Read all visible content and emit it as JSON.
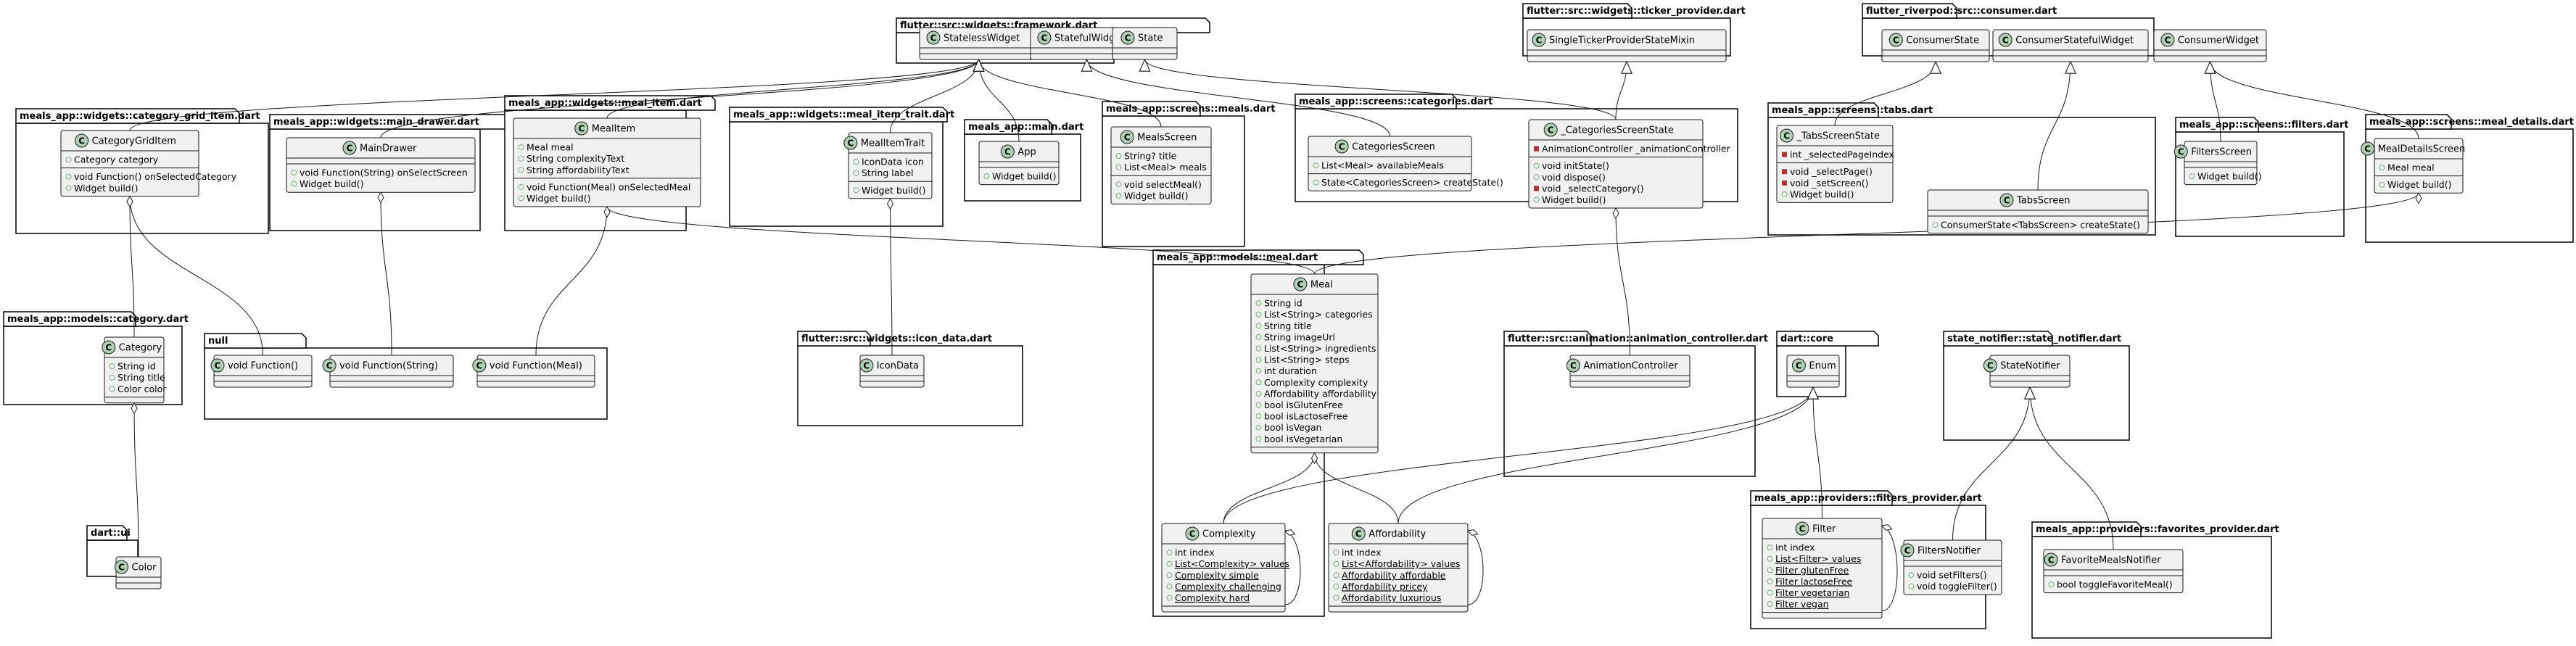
{
  "colors": {
    "class_fill": "#F1F1F1",
    "class_stroke": "#181818",
    "class_icon": "#ADD1B2",
    "package_stroke": "#000000",
    "edge": "#181818",
    "private": "#C82930",
    "public": "#84BE84"
  },
  "packages": [
    {
      "id": "framework",
      "label": "flutter::src::widgets::framework.dart"
    },
    {
      "id": "ticker",
      "label": "flutter::src::widgets::ticker_provider.dart"
    },
    {
      "id": "consumer",
      "label": "flutter_riverpod::src::consumer.dart"
    },
    {
      "id": "category_grid_item",
      "label": "meals_app::widgets::category_grid_item.dart"
    },
    {
      "id": "main_drawer",
      "label": "meals_app::widgets::main_drawer.dart"
    },
    {
      "id": "meal_item",
      "label": "meals_app::widgets::meal_item.dart"
    },
    {
      "id": "meal_item_trait",
      "label": "meals_app::widgets::meal_item_trait.dart"
    },
    {
      "id": "main",
      "label": "meals_app::main.dart"
    },
    {
      "id": "meals_screen",
      "label": "meals_app::screens::meals.dart"
    },
    {
      "id": "categories_screen",
      "label": "meals_app::screens::categories.dart"
    },
    {
      "id": "tabs",
      "label": "meals_app::screens::tabs.dart"
    },
    {
      "id": "filters_screen",
      "label": "meals_app::screens::filters.dart"
    },
    {
      "id": "meal_details",
      "label": "meals_app::screens::meal_details.dart"
    },
    {
      "id": "category_model",
      "label": "meals_app::models::category.dart"
    },
    {
      "id": "null_pkg",
      "label": "null"
    },
    {
      "id": "icon_data",
      "label": "flutter::src::widgets::icon_data.dart"
    },
    {
      "id": "meal_model",
      "label": "meals_app::models::meal.dart"
    },
    {
      "id": "anim",
      "label": "flutter::src::animation::animation_controller.dart"
    },
    {
      "id": "dart_core",
      "label": "dart::core"
    },
    {
      "id": "state_notifier",
      "label": "state_notifier::state_notifier.dart"
    },
    {
      "id": "filters_provider",
      "label": "meals_app::providers::filters_provider.dart"
    },
    {
      "id": "favorites_provider",
      "label": "meals_app::providers::favorites_provider.dart"
    },
    {
      "id": "dart_ui",
      "label": "dart::ui"
    }
  ],
  "classes": [
    {
      "id": "StatelessWidget",
      "name": "StatelessWidget",
      "attrs": [],
      "methods": []
    },
    {
      "id": "StatefulWidget",
      "name": "StatefulWidget",
      "attrs": [],
      "methods": []
    },
    {
      "id": "State",
      "name": "State",
      "attrs": [],
      "methods": []
    },
    {
      "id": "SingleTickerProviderStateMixin",
      "name": "SingleTickerProviderStateMixin",
      "attrs": [],
      "methods": []
    },
    {
      "id": "ConsumerState",
      "name": "ConsumerState",
      "attrs": [],
      "methods": []
    },
    {
      "id": "ConsumerStatefulWidget",
      "name": "ConsumerStatefulWidget",
      "attrs": [],
      "methods": []
    },
    {
      "id": "ConsumerWidget",
      "name": "ConsumerWidget",
      "attrs": [],
      "methods": []
    },
    {
      "id": "CategoryGridItem",
      "name": "CategoryGridItem",
      "attrs": [
        {
          "v": "public",
          "t": "Category category"
        }
      ],
      "methods": [
        {
          "v": "public",
          "t": "void Function() onSelectedCategory"
        },
        {
          "v": "public",
          "t": "Widget build()"
        }
      ]
    },
    {
      "id": "MainDrawer",
      "name": "MainDrawer",
      "attrs": [],
      "methods": [
        {
          "v": "public",
          "t": "void Function(String) onSelectScreen"
        },
        {
          "v": "public",
          "t": "Widget build()"
        }
      ]
    },
    {
      "id": "MealItem",
      "name": "MealItem",
      "attrs": [
        {
          "v": "public",
          "t": "Meal meal"
        },
        {
          "v": "public",
          "t": "String complexityText"
        },
        {
          "v": "public",
          "t": "String affordabilityText"
        }
      ],
      "methods": [
        {
          "v": "public",
          "t": "void Function(Meal) onSelectedMeal"
        },
        {
          "v": "public",
          "t": "Widget build()"
        }
      ]
    },
    {
      "id": "MealItemTrait",
      "name": "MealItemTrait",
      "attrs": [
        {
          "v": "public",
          "t": "IconData icon"
        },
        {
          "v": "public",
          "t": "String label"
        }
      ],
      "methods": [
        {
          "v": "public",
          "t": "Widget build()"
        }
      ]
    },
    {
      "id": "App",
      "name": "App",
      "attrs": [],
      "methods": [
        {
          "v": "public",
          "t": "Widget build()"
        }
      ]
    },
    {
      "id": "MealsScreen",
      "name": "MealsScreen",
      "attrs": [
        {
          "v": "public",
          "t": "String? title"
        },
        {
          "v": "public",
          "t": "List<Meal> meals"
        }
      ],
      "methods": [
        {
          "v": "public",
          "t": "void selectMeal()"
        },
        {
          "v": "public",
          "t": "Widget build()"
        }
      ]
    },
    {
      "id": "CategoriesScreen",
      "name": "CategoriesScreen",
      "attrs": [
        {
          "v": "public",
          "t": "List<Meal> availableMeals"
        }
      ],
      "methods": [
        {
          "v": "public",
          "t": "State<CategoriesScreen> createState()"
        }
      ]
    },
    {
      "id": "_CategoriesScreenState",
      "name": "_CategoriesScreenState",
      "attrs": [
        {
          "v": "private",
          "t": "AnimationController _animationController"
        }
      ],
      "methods": [
        {
          "v": "public",
          "t": "void initState()"
        },
        {
          "v": "public",
          "t": "void dispose()"
        },
        {
          "v": "private",
          "t": "void _selectCategory()"
        },
        {
          "v": "public",
          "t": "Widget build()"
        }
      ]
    },
    {
      "id": "_TabsScreenState",
      "name": "_TabsScreenState",
      "attrs": [
        {
          "v": "private",
          "t": "int _selectedPageIndex"
        }
      ],
      "methods": [
        {
          "v": "private",
          "t": "void _selectPage()"
        },
        {
          "v": "private",
          "t": "void _setScreen()"
        },
        {
          "v": "public",
          "t": "Widget build()"
        }
      ]
    },
    {
      "id": "TabsScreen",
      "name": "TabsScreen",
      "attrs": [],
      "methods": [
        {
          "v": "public",
          "t": "ConsumerState<TabsScreen> createState()"
        }
      ]
    },
    {
      "id": "FiltersScreen",
      "name": "FiltersScreen",
      "attrs": [],
      "methods": [
        {
          "v": "public",
          "t": "Widget build()"
        }
      ]
    },
    {
      "id": "MealDetailsScreen",
      "name": "MealDetailsScreen",
      "attrs": [
        {
          "v": "public",
          "t": "Meal meal"
        }
      ],
      "methods": [
        {
          "v": "public",
          "t": "Widget build()"
        }
      ]
    },
    {
      "id": "Category",
      "name": "Category",
      "attrs": [
        {
          "v": "public",
          "t": "String id"
        },
        {
          "v": "public",
          "t": "String title"
        },
        {
          "v": "public",
          "t": "Color color"
        }
      ],
      "methods": []
    },
    {
      "id": "VoidFn",
      "name": "void Function()",
      "attrs": [],
      "methods": []
    },
    {
      "id": "VoidFnString",
      "name": "void Function(String)",
      "attrs": [],
      "methods": []
    },
    {
      "id": "VoidFnMeal",
      "name": "void Function(Meal)",
      "attrs": [],
      "methods": []
    },
    {
      "id": "IconData",
      "name": "IconData",
      "attrs": [],
      "methods": []
    },
    {
      "id": "Meal",
      "name": "Meal",
      "attrs": [
        {
          "v": "public",
          "t": "String id"
        },
        {
          "v": "public",
          "t": "List<String> categories"
        },
        {
          "v": "public",
          "t": "String title"
        },
        {
          "v": "public",
          "t": "String imageUrl"
        },
        {
          "v": "public",
          "t": "List<String> ingredients"
        },
        {
          "v": "public",
          "t": "List<String> steps"
        },
        {
          "v": "public",
          "t": "int duration"
        },
        {
          "v": "public",
          "t": "Complexity complexity"
        },
        {
          "v": "public",
          "t": "Affordability affordability"
        },
        {
          "v": "public",
          "t": "bool isGlutenFree"
        },
        {
          "v": "public",
          "t": "bool isLactoseFree"
        },
        {
          "v": "public",
          "t": "bool isVegan"
        },
        {
          "v": "public",
          "t": "bool isVegetarian"
        }
      ],
      "methods": []
    },
    {
      "id": "Complexity",
      "name": "Complexity",
      "attrs": [
        {
          "v": "public",
          "t": "int index"
        },
        {
          "v": "public",
          "t": "List<Complexity> values",
          "u": true
        },
        {
          "v": "public",
          "t": "Complexity simple",
          "u": true
        },
        {
          "v": "public",
          "t": "Complexity challenging",
          "u": true
        },
        {
          "v": "public",
          "t": "Complexity hard",
          "u": true
        }
      ],
      "methods": []
    },
    {
      "id": "Affordability",
      "name": "Affordability",
      "attrs": [
        {
          "v": "public",
          "t": "int index"
        },
        {
          "v": "public",
          "t": "List<Affordability> values",
          "u": true
        },
        {
          "v": "public",
          "t": "Affordability affordable",
          "u": true
        },
        {
          "v": "public",
          "t": "Affordability pricey",
          "u": true
        },
        {
          "v": "public",
          "t": "Affordability luxurious",
          "u": true
        }
      ],
      "methods": []
    },
    {
      "id": "AnimationController",
      "name": "AnimationController",
      "attrs": [],
      "methods": []
    },
    {
      "id": "Enum",
      "name": "Enum",
      "attrs": [],
      "methods": []
    },
    {
      "id": "StateNotifier",
      "name": "StateNotifier",
      "attrs": [],
      "methods": []
    },
    {
      "id": "Filter",
      "name": "Filter",
      "attrs": [
        {
          "v": "public",
          "t": "int index"
        },
        {
          "v": "public",
          "t": "List<Filter> values",
          "u": true
        },
        {
          "v": "public",
          "t": "Filter glutenFree",
          "u": true
        },
        {
          "v": "public",
          "t": "Filter lactoseFree",
          "u": true
        },
        {
          "v": "public",
          "t": "Filter vegetarian",
          "u": true
        },
        {
          "v": "public",
          "t": "Filter vegan",
          "u": true
        }
      ],
      "methods": []
    },
    {
      "id": "FiltersNotifier",
      "name": "FiltersNotifier",
      "attrs": [],
      "methods": [
        {
          "v": "public",
          "t": "void setFilters()"
        },
        {
          "v": "public",
          "t": "void toggleFilter()"
        }
      ]
    },
    {
      "id": "FavoriteMealsNotifier",
      "name": "FavoriteMealsNotifier",
      "attrs": [],
      "methods": [
        {
          "v": "public",
          "t": "bool toggleFavoriteMeal()"
        }
      ]
    },
    {
      "id": "Color",
      "name": "Color",
      "attrs": [],
      "methods": []
    }
  ],
  "edges": [
    {
      "from": "CategoryGridItem",
      "to": "StatelessWidget",
      "kind": "extends"
    },
    {
      "from": "MainDrawer",
      "to": "StatelessWidget",
      "kind": "extends"
    },
    {
      "from": "MealItem",
      "to": "StatelessWidget",
      "kind": "extends"
    },
    {
      "from": "MealItemTrait",
      "to": "StatelessWidget",
      "kind": "extends"
    },
    {
      "from": "App",
      "to": "StatelessWidget",
      "kind": "extends"
    },
    {
      "from": "MealsScreen",
      "to": "StatelessWidget",
      "kind": "extends"
    },
    {
      "from": "MealDetailsScreen",
      "to": "ConsumerWidget",
      "kind": "extends"
    },
    {
      "from": "CategoriesScreen",
      "to": "StatefulWidget",
      "kind": "extends"
    },
    {
      "from": "_CategoriesScreenState",
      "to": "State",
      "kind": "extends"
    },
    {
      "from": "_CategoriesScreenState",
      "to": "SingleTickerProviderStateMixin",
      "kind": "extends"
    },
    {
      "from": "_TabsScreenState",
      "to": "ConsumerState",
      "kind": "extends"
    },
    {
      "from": "TabsScreen",
      "to": "ConsumerStatefulWidget",
      "kind": "extends"
    },
    {
      "from": "FiltersScreen",
      "to": "ConsumerWidget",
      "kind": "extends"
    },
    {
      "from": "Complexity",
      "to": "Enum",
      "kind": "extends"
    },
    {
      "from": "Affordability",
      "to": "Enum",
      "kind": "extends"
    },
    {
      "from": "Filter",
      "to": "Enum",
      "kind": "extends"
    },
    {
      "from": "FiltersNotifier",
      "to": "StateNotifier",
      "kind": "extends"
    },
    {
      "from": "FavoriteMealsNotifier",
      "to": "StateNotifier",
      "kind": "extends"
    },
    {
      "from": "CategoryGridItem",
      "to": "Category",
      "kind": "aggregation"
    },
    {
      "from": "CategoryGridItem",
      "to": "VoidFn",
      "kind": "aggregation"
    },
    {
      "from": "MainDrawer",
      "to": "VoidFnString",
      "kind": "aggregation"
    },
    {
      "from": "MealItem",
      "to": "Meal",
      "kind": "aggregation"
    },
    {
      "from": "MealItem",
      "to": "VoidFnMeal",
      "kind": "aggregation"
    },
    {
      "from": "MealItemTrait",
      "to": "IconData",
      "kind": "aggregation"
    },
    {
      "from": "MealDetailsScreen",
      "to": "Meal",
      "kind": "aggregation"
    },
    {
      "from": "_CategoriesScreenState",
      "to": "AnimationController",
      "kind": "aggregation"
    },
    {
      "from": "Category",
      "to": "Color",
      "kind": "aggregation"
    },
    {
      "from": "Meal",
      "to": "Complexity",
      "kind": "aggregation"
    },
    {
      "from": "Meal",
      "to": "Affordability",
      "kind": "aggregation"
    },
    {
      "from": "Complexity",
      "to": "Complexity",
      "kind": "self"
    },
    {
      "from": "Affordability",
      "to": "Affordability",
      "kind": "self"
    },
    {
      "from": "Filter",
      "to": "Filter",
      "kind": "self"
    }
  ]
}
